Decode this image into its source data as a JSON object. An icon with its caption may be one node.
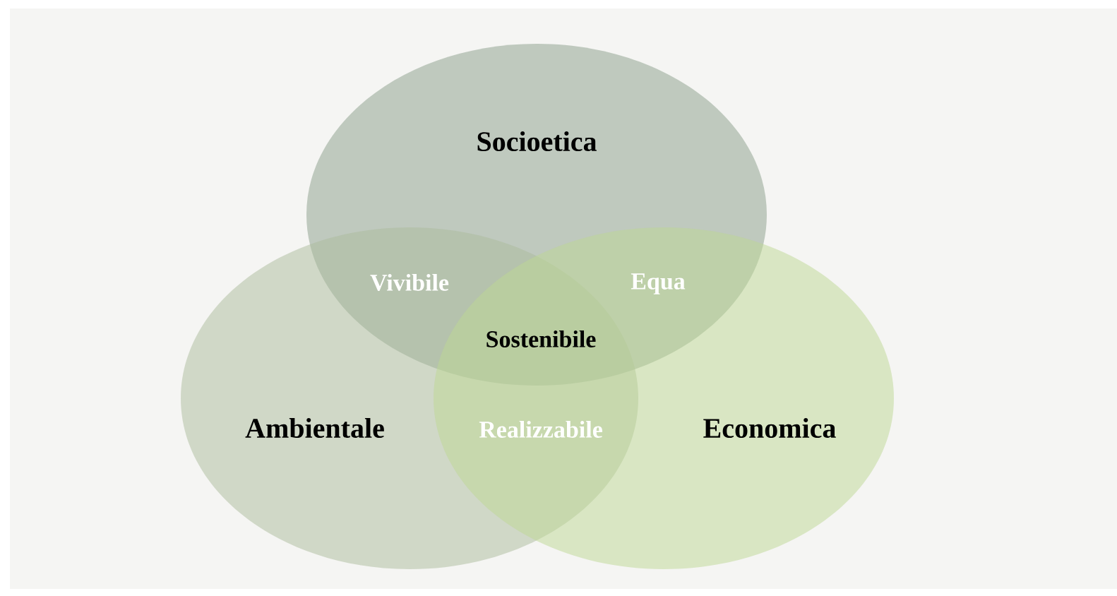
{
  "diagram": {
    "nodes": [
      {
        "text": [
          "Socioetica"
        ]
      },
      {
        "text": [
          "Ambientale"
        ]
      },
      {
        "text": [
          "Economica"
        ]
      }
    ],
    "labels": [
      "Vivibile",
      "Equa",
      "Sostenibile",
      "Realizzabile"
    ]
  }
}
